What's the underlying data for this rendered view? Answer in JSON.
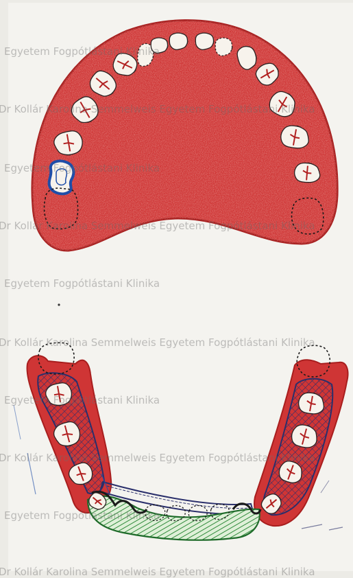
{
  "watermarks": [
    "Egyetem Fogpótlástani Klinika",
    "Dr Kollár Karolina Semmelweis Egyetem Fogpótlástani Klinika",
    "Egyetem Fogpótlástani Klinika",
    "Dr Kollár Karolina Semmelweis Egyetem Fogpótlástani Klinika",
    "Egyetem Fogpótlástani Klinika",
    "Dr Kollár Karolina Semmelweis Egyetem Fogpótlástani Klinika",
    "Egyetem Fogpótlástani Klinika",
    "Dr Kollár Karolina Semmelweis Egyetem Fogpótlástani Klinika",
    "Egyetem Fogpótlástani Klinika",
    "Dr Kollár Karolina Semmelweis Egyetem Fogpótlástani Klinika"
  ],
  "colors": {
    "gum_red": "#cf3535",
    "gum_dark": "#a81e1e",
    "tooth_fill": "#f7f3ec",
    "tooth_outline": "#2a2222",
    "root_mark": "#b12020",
    "restoration_blue": "#1f4ea8",
    "framework_navy": "#2a2f6b",
    "bar_green": "#2f8a3a"
  }
}
